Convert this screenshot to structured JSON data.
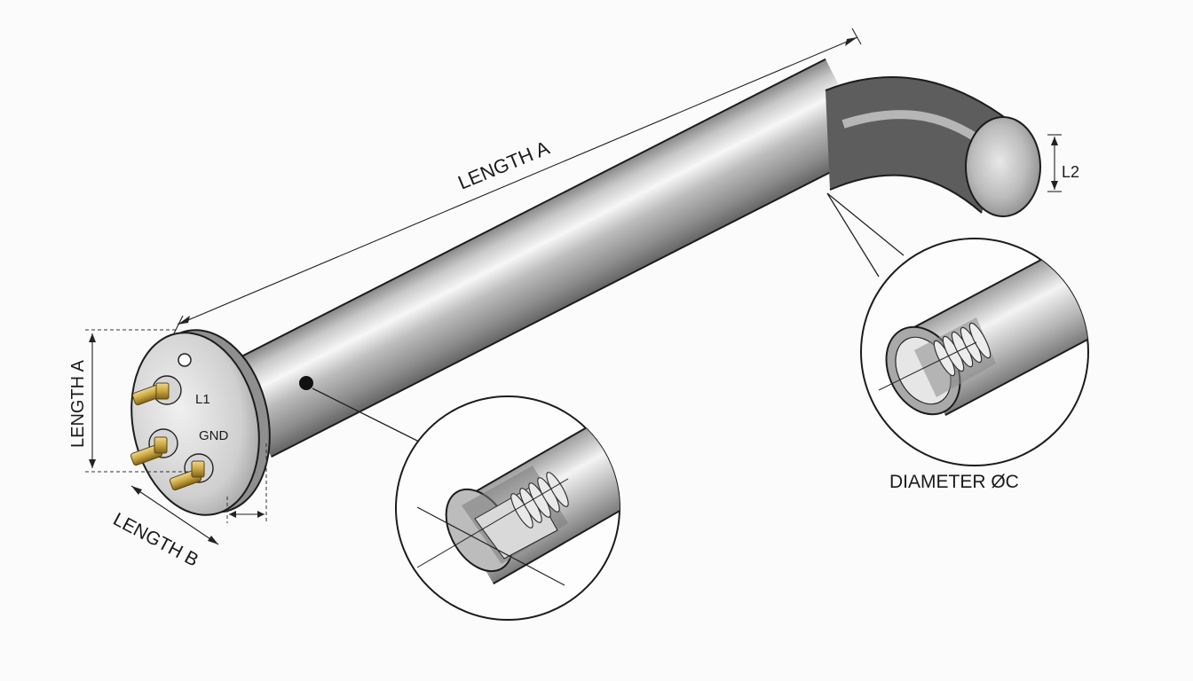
{
  "diagram": {
    "labels": {
      "length_a_top": "LENGTH A",
      "length_a_side": "LENGTH A",
      "length_b": "LENGTH B",
      "l2": "L2",
      "diameter": "DIAMETER ØC",
      "terminal_l1": "L1",
      "terminal_gnd": "GND"
    },
    "colors": {
      "steel_light": "#f2f2f2",
      "steel_mid": "#b9b9b9",
      "steel_dark": "#6e6e6e",
      "brass": "#c9a640",
      "outline": "#1c1c1c"
    }
  }
}
